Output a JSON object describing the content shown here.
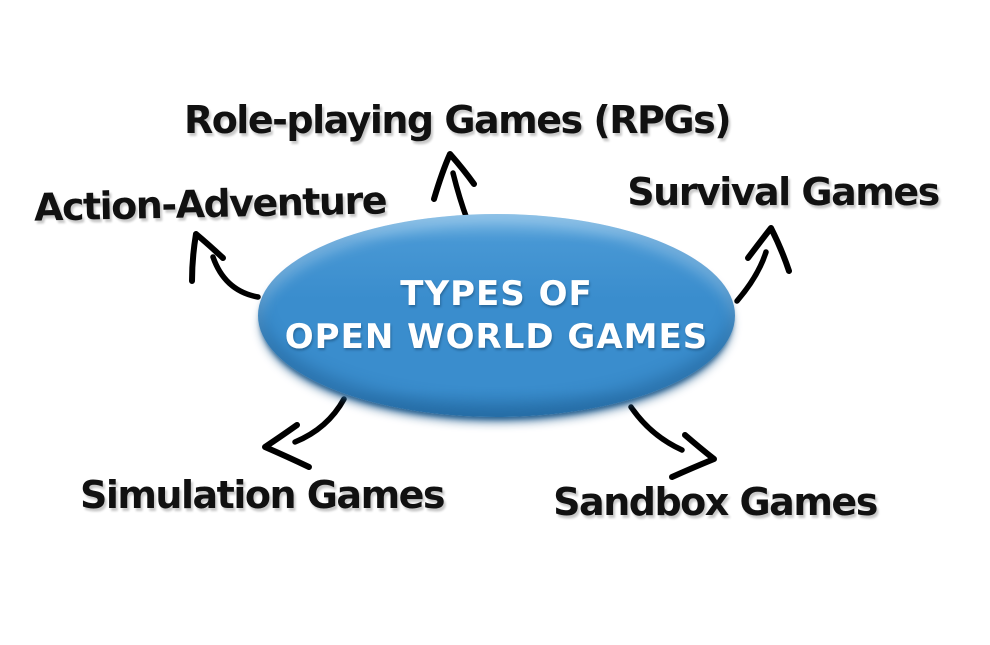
{
  "diagram": {
    "type": "mindmap",
    "center": {
      "title_line1": "TYPES OF",
      "title_line2": "OPEN WORLD GAMES"
    },
    "nodes": [
      {
        "id": "rpg",
        "label": "Role-playing Games (RPGs)",
        "position": "top"
      },
      {
        "id": "action",
        "label": "Action-Adventure",
        "position": "upper-left"
      },
      {
        "id": "survival",
        "label": "Survival Games",
        "position": "upper-right"
      },
      {
        "id": "simulation",
        "label": "Simulation Games",
        "position": "lower-left"
      },
      {
        "id": "sandbox",
        "label": "Sandbox Games",
        "position": "lower-right"
      }
    ],
    "colors": {
      "background": "#ffffff",
      "ellipse_fill": "#3a8dcd",
      "ellipse_highlight": "#6db1e2",
      "ellipse_shadow": "#1d5a8c",
      "title_text": "#ffffff",
      "label_text": "#111111",
      "arrow": "#000000"
    }
  }
}
